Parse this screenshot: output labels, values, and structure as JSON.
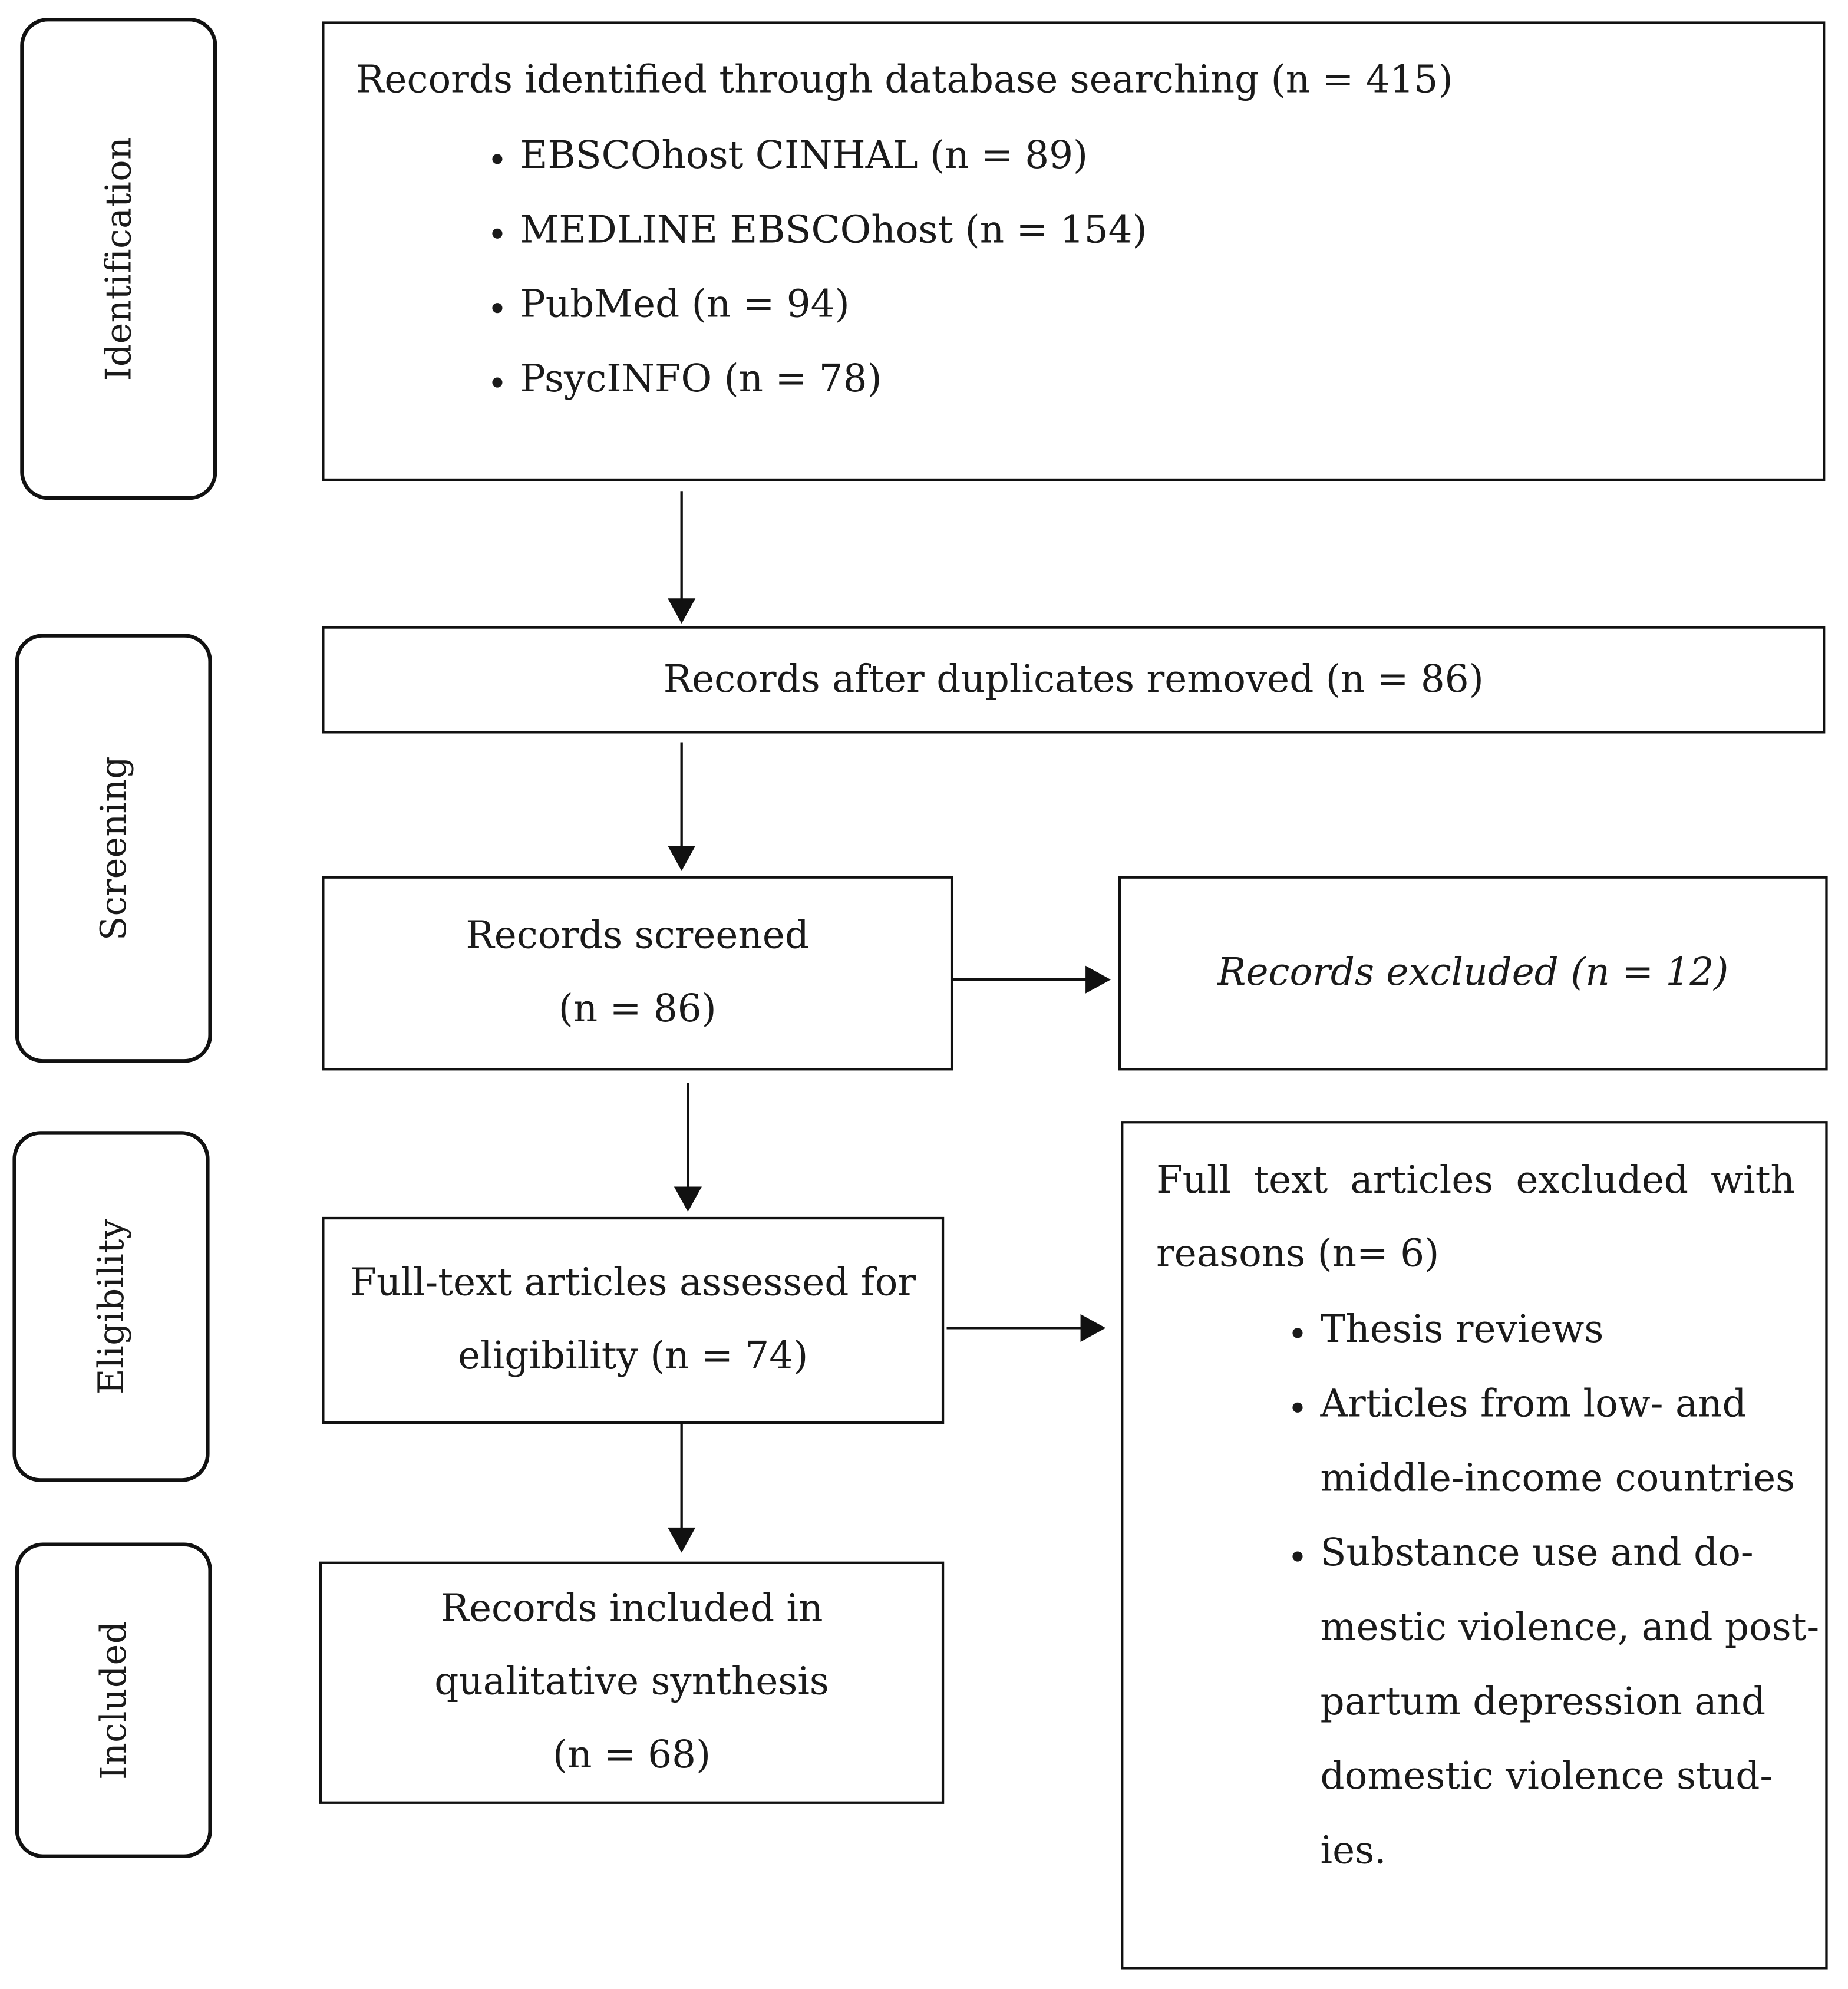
{
  "phases": {
    "identification": "Identification",
    "screening": "Screening",
    "eligibility": "Eligibility",
    "included": "Included"
  },
  "identified": {
    "title": "Records identified through database searching (n = 415)",
    "databases": [
      "EBSCOhost CINHAL (n = 89)",
      "MEDLINE EBSCOhost (n = 154)",
      "PubMed  (n = 94)",
      "PsycINFO (n = 78)"
    ]
  },
  "duplicates_removed": "Records after duplicates  removed (n = 86)",
  "screened": {
    "line1": "Records screened",
    "line2": "(n = 86)"
  },
  "excluded": "Records excluded (n = 12)",
  "eligibility": {
    "line1": "Full-text articles assessed for",
    "line2": "eligibility (n = 74)"
  },
  "fulltext_excluded": {
    "title_line1": "Full text articles excluded with",
    "title_line2": "reasons (n= 6)",
    "reasons": [
      {
        "lines": [
          "Thesis reviews"
        ]
      },
      {
        "lines": [
          "Articles from low- and",
          "middle-income countries"
        ]
      },
      {
        "lines": [
          "Substance use and do-",
          "mestic violence, and post-",
          "partum depression and",
          "domestic violence stud-",
          "ies."
        ]
      }
    ]
  },
  "included": {
    "line1": "Records included  in",
    "line2": "qualitative synthesis",
    "line3": "(n = 68)"
  }
}
